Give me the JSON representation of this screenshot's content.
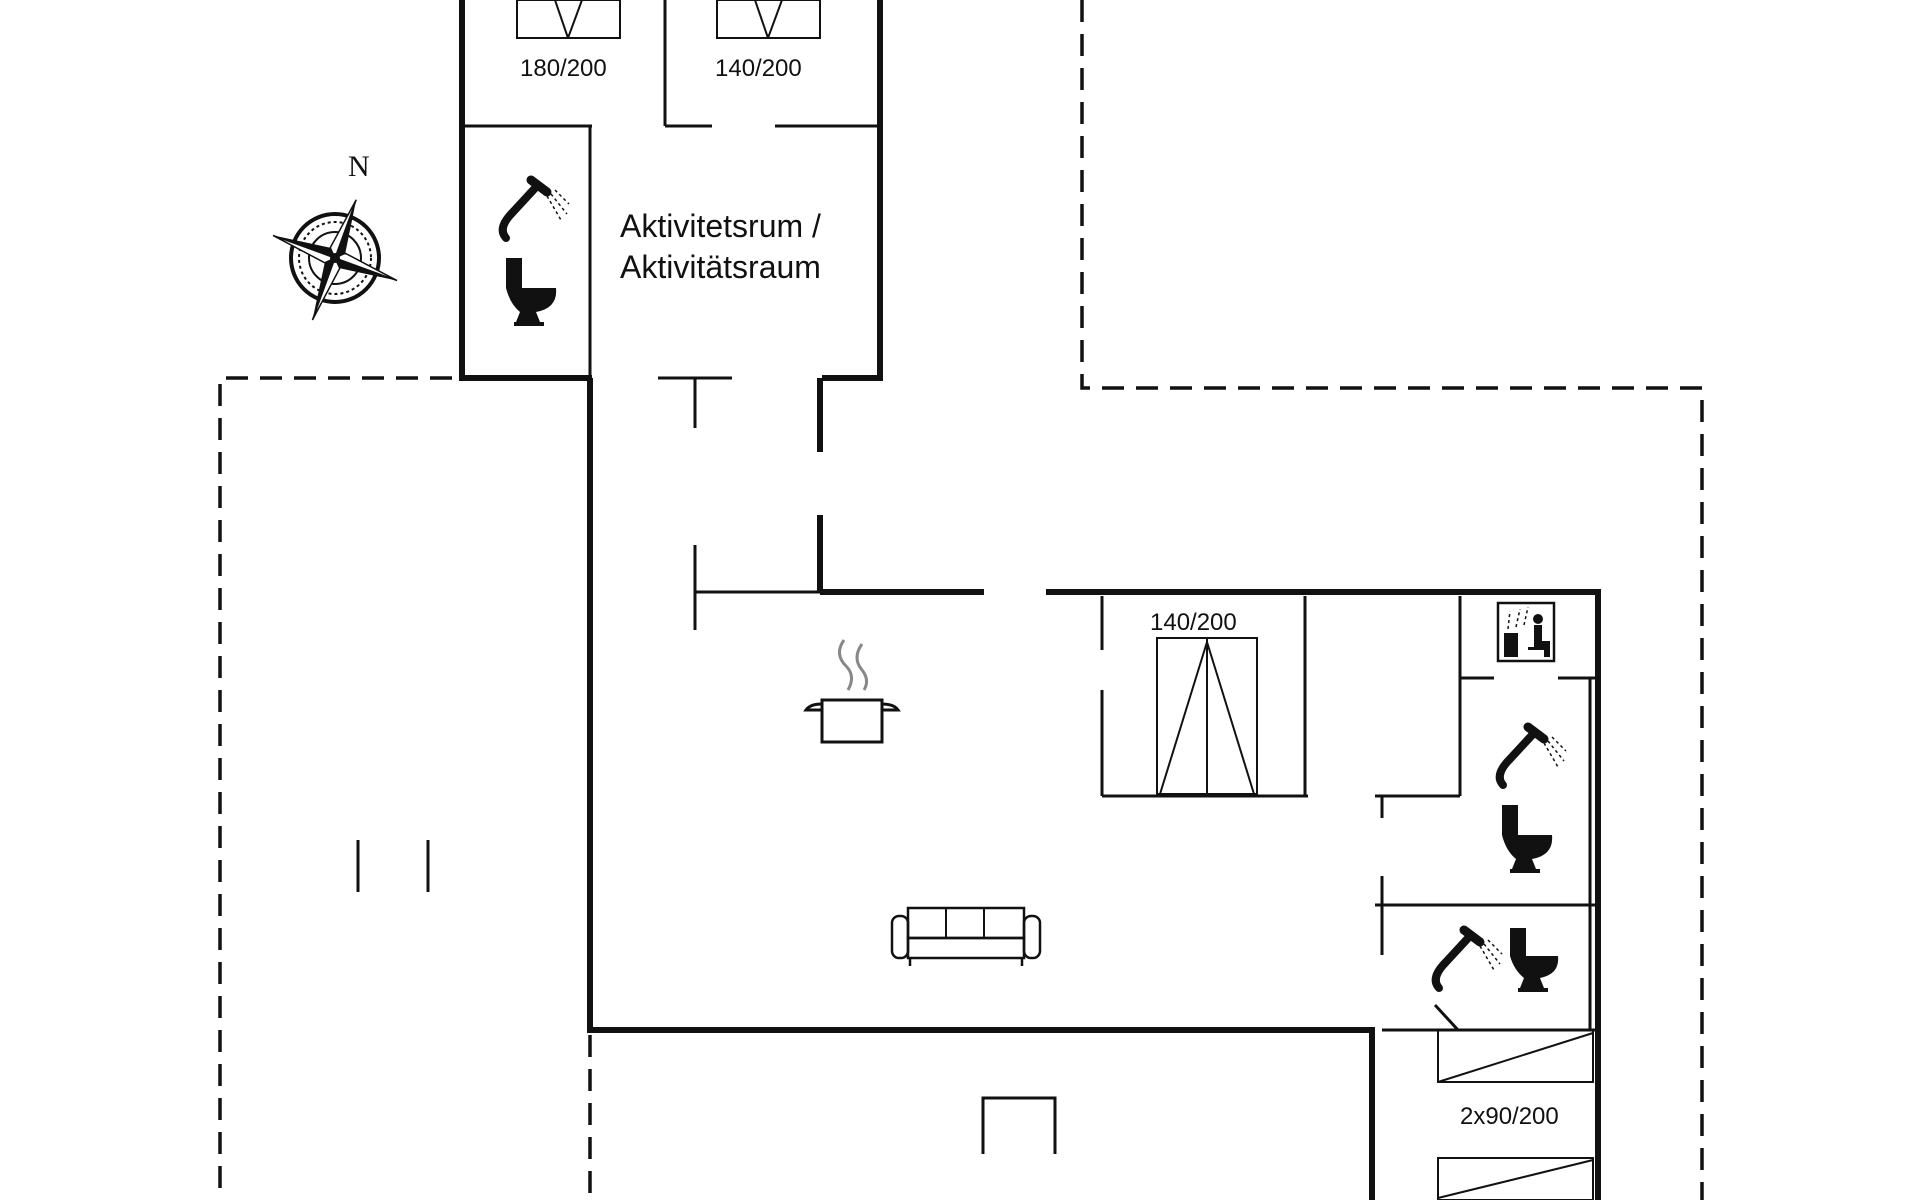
{
  "plan": {
    "room_label_line1": "Aktivitetsrum /",
    "room_label_line2": "Aktivitätsraum",
    "bed_labels": {
      "top_left": "180/200",
      "top_right": "140/200",
      "middle": "140/200",
      "bottom_right": "2x90/200"
    },
    "compass_letter": "N"
  },
  "icons": [
    "compass-icon",
    "shower-icon",
    "toilet-icon",
    "sauna-icon",
    "cooking-pot-icon",
    "sofa-icon",
    "bed-icon"
  ],
  "colors": {
    "line": "#111111",
    "background": "#ffffff"
  }
}
